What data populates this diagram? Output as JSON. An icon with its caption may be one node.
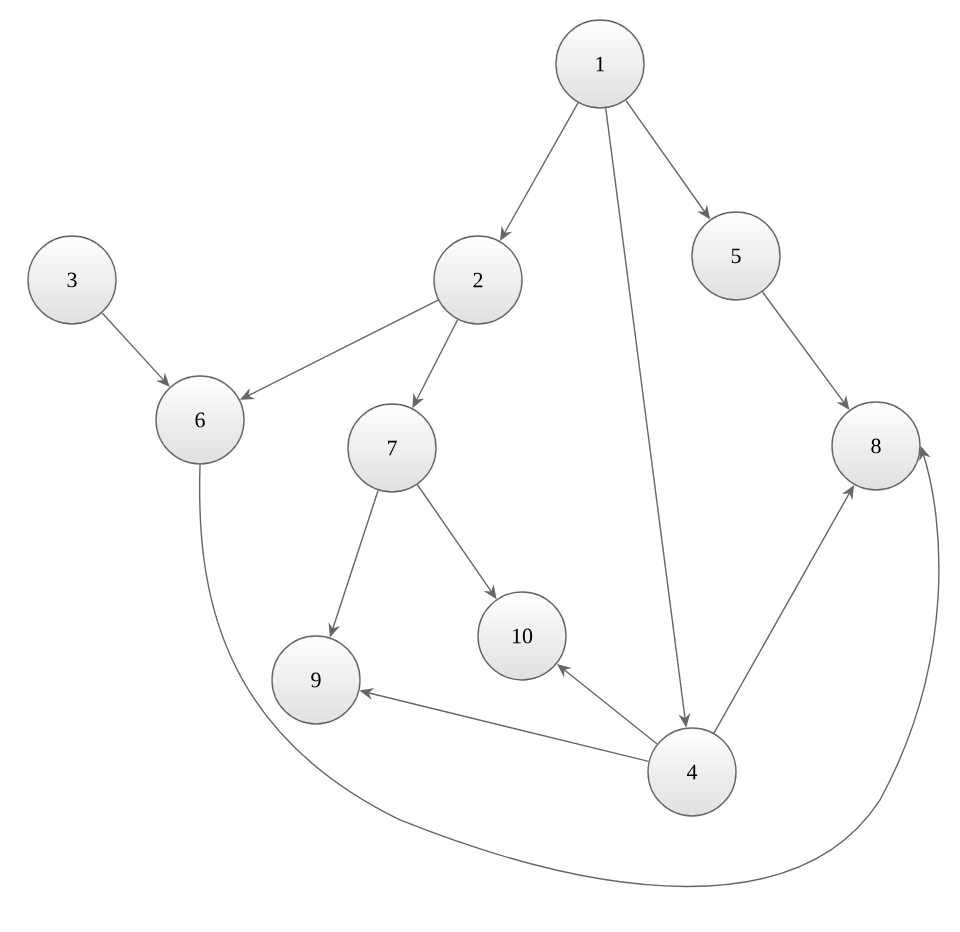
{
  "diagram": {
    "nodes": [
      {
        "text": [
          "1"
        ]
      },
      {
        "text": [
          "2"
        ]
      },
      {
        "text": [
          "3"
        ]
      },
      {
        "text": [
          "4"
        ]
      },
      {
        "text": [
          "5"
        ]
      },
      {
        "text": [
          "6"
        ]
      },
      {
        "text": [
          "7"
        ]
      },
      {
        "text": [
          "8"
        ]
      },
      {
        "text": [
          "9"
        ]
      },
      {
        "text": [
          "10"
        ]
      }
    ],
    "edges": [
      {
        "from": 0,
        "to": 1,
        "arrow": "to"
      },
      {
        "from": 0,
        "to": 3,
        "arrow": "to"
      },
      {
        "from": 0,
        "to": 4,
        "arrow": "to"
      },
      {
        "from": 1,
        "to": 5,
        "arrow": "to"
      },
      {
        "from": 1,
        "to": 6,
        "arrow": "to"
      },
      {
        "from": 2,
        "to": 5,
        "arrow": "to"
      },
      {
        "from": 4,
        "to": 7,
        "arrow": "to"
      },
      {
        "from": 6,
        "to": 8,
        "arrow": "to"
      },
      {
        "from": 6,
        "to": 9,
        "arrow": "to"
      },
      {
        "from": 3,
        "to": 9,
        "arrow": "to"
      },
      {
        "from": 3,
        "to": 8,
        "arrow": "to"
      },
      {
        "from": 3,
        "to": 7,
        "arrow": "to"
      },
      {
        "from": 5,
        "to": 7,
        "arrow": "to"
      }
    ]
  }
}
